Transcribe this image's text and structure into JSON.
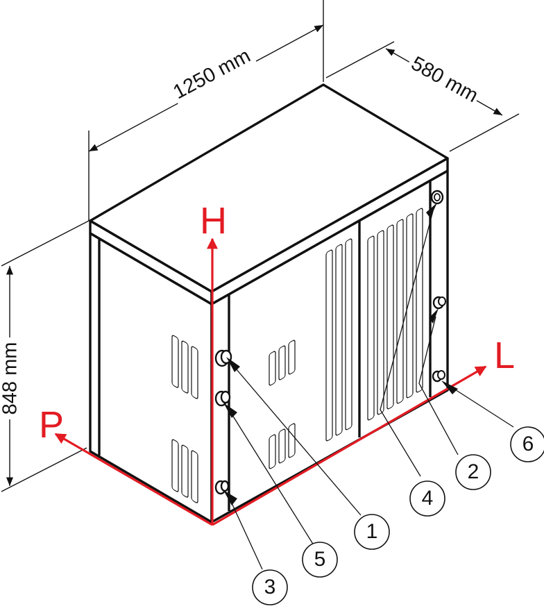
{
  "colors": {
    "axis": "#e31b23",
    "ink": "#111111",
    "body_fill": "#ffffff"
  },
  "dimensions": {
    "width": "1250 mm",
    "depth": "580 mm",
    "height": "848 mm"
  },
  "axes": {
    "h": "H",
    "l": "L",
    "p": "P"
  },
  "callouts": [
    "1",
    "2",
    "3",
    "4",
    "5",
    "6"
  ]
}
